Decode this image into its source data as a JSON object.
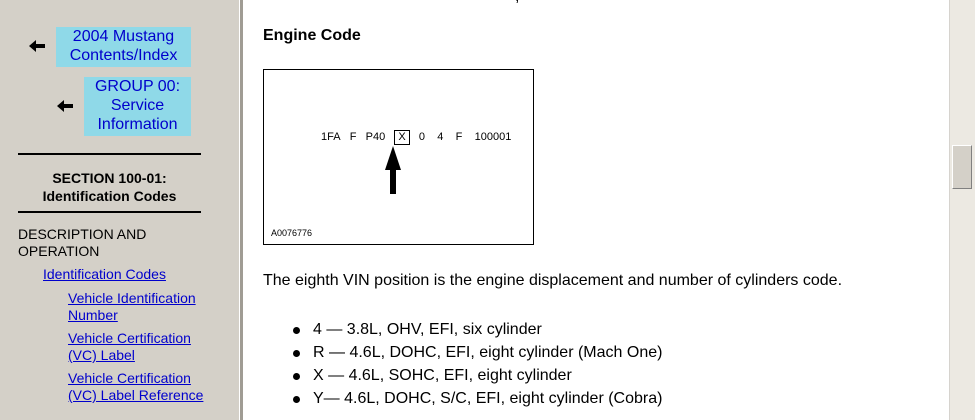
{
  "sidebar": {
    "nav_links": [
      {
        "label": "2004 Mustang Contents/Index"
      },
      {
        "label": "GROUP 00: Service Information"
      }
    ],
    "section_title": "SECTION 100-01: Identification Codes",
    "section_heading": "DESCRIPTION AND OPERATION",
    "links": [
      {
        "label": "Identification Codes"
      },
      {
        "label": "Vehicle Identification Number"
      },
      {
        "label": "Vehicle Certification (VC) Label"
      },
      {
        "label": "Vehicle Certification (VC) Label Reference"
      }
    ]
  },
  "main": {
    "top_fragment": ",",
    "heading": "Engine Code",
    "figure": {
      "vin_parts": [
        "1FA",
        "F",
        "P40",
        "X",
        "0",
        "4",
        "F",
        "100001"
      ],
      "highlighted_index": 3,
      "code": "A0076776"
    },
    "paragraph": "The eighth VIN position is the engine displacement and number of cylinders code.",
    "bullets": [
      "4 — 3.8L, OHV, EFI, six cylinder",
      "R — 4.6L, DOHC, EFI, eight cylinder (Mach One)",
      "X — 4.6L, SOHC, EFI, eight cylinder",
      "Y— 4.6L, DOHC, S/C, EFI, eight cylinder (Cobra)"
    ]
  },
  "colors": {
    "sidebar_bg": "#d4d0c8",
    "nav_box_bg": "#8fd9e8",
    "link": "#0000cc"
  },
  "icons": {
    "nav_arrow": "left-arrow-icon",
    "figure_arrow": "up-arrow-icon"
  }
}
